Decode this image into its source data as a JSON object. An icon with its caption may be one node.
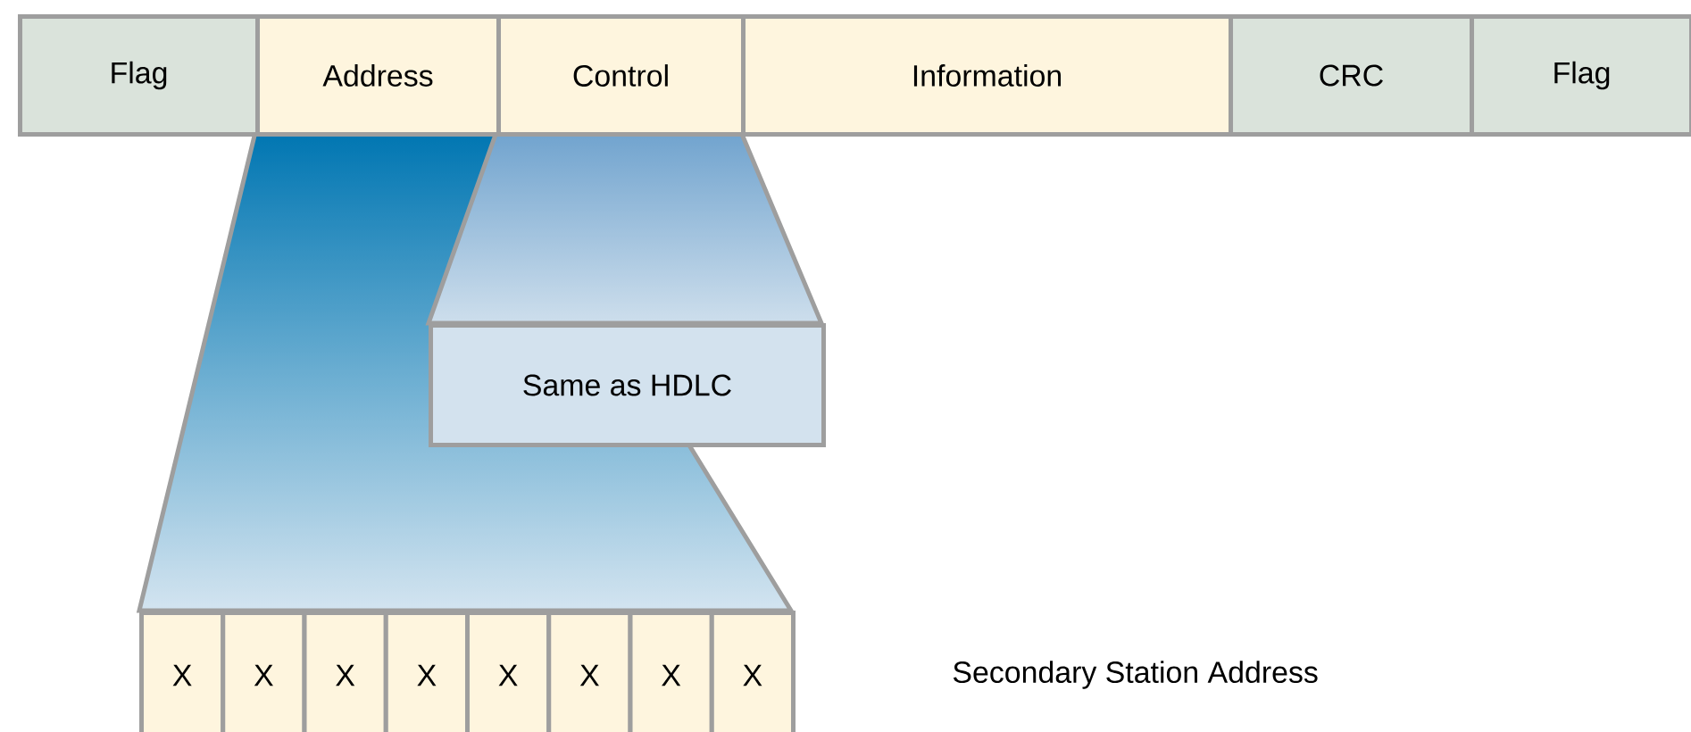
{
  "diagram": {
    "nodes": [
      {
        "text": [
          "Flag"
        ]
      },
      {
        "text": [
          "Address"
        ]
      },
      {
        "text": [
          "Control"
        ]
      },
      {
        "text": [
          "Information"
        ]
      },
      {
        "text": [
          "CRC"
        ]
      },
      {
        "text": [
          "Flag"
        ]
      },
      {
        "text": [
          "Same as HDLC"
        ]
      },
      {
        "text": [
          "X"
        ]
      },
      {
        "text": [
          "X"
        ]
      },
      {
        "text": [
          "X"
        ]
      },
      {
        "text": [
          "X"
        ]
      },
      {
        "text": [
          "X"
        ]
      },
      {
        "text": [
          "X"
        ]
      },
      {
        "text": [
          "X"
        ]
      },
      {
        "text": [
          "X"
        ]
      }
    ],
    "labels": [
      "Secondary Station Address"
    ]
  }
}
